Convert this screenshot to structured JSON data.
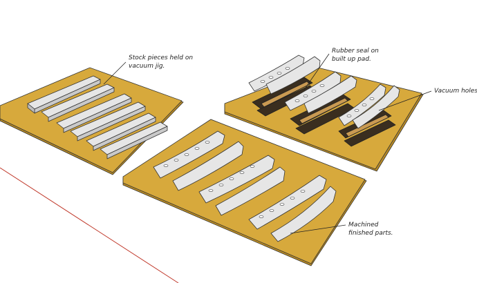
{
  "annotations": {
    "stock": [
      "Stock pieces held on",
      "vacuum jig."
    ],
    "seal": [
      "Rubber seal on",
      "built up pad."
    ],
    "vacuum": [
      "Vacuum holes"
    ],
    "machined": [
      "Machined",
      "finished parts."
    ]
  },
  "colors": {
    "board": "#d7a93c",
    "board_edge": "#b88a24",
    "part": "#e6e6e6",
    "part_side": "#c9c9c9",
    "pad": "#3a2e1f",
    "pad_light": "#8a6a3c",
    "seal": "#c99a52",
    "axis_red": "#c0392b",
    "outline": "#333333"
  },
  "icons": [
    "vacuum-jig-board",
    "stock-blank",
    "vacuum-pad",
    "machined-part"
  ]
}
